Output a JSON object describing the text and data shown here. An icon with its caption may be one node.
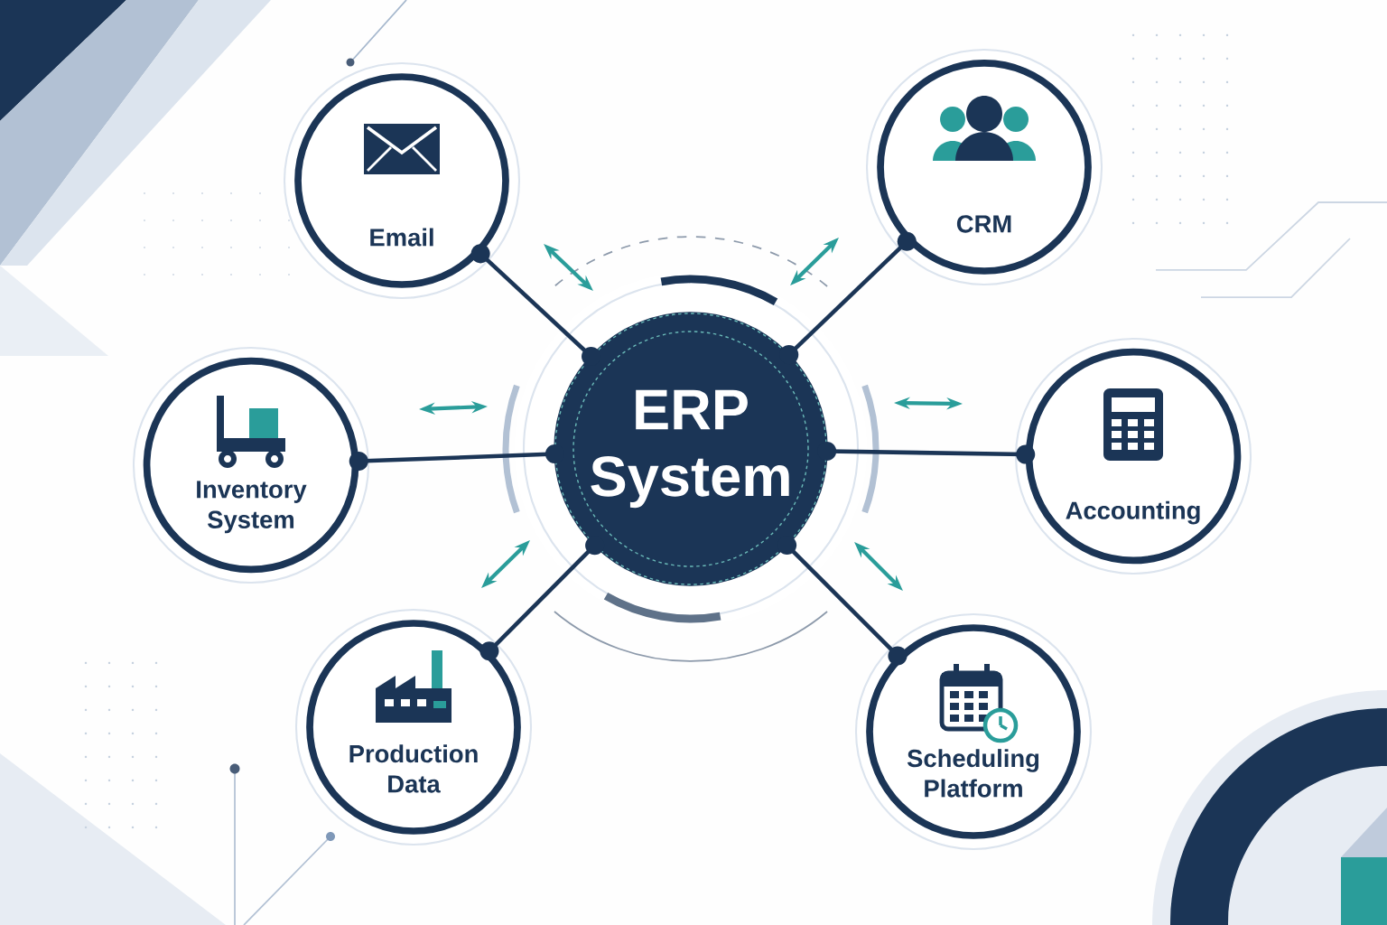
{
  "diagram": {
    "nodes": [
      {
        "text": [
          "ERP System"
        ]
      },
      {
        "text": [
          "Email"
        ]
      },
      {
        "text": [
          "CRM"
        ]
      },
      {
        "text": [
          "Inventory System"
        ]
      },
      {
        "text": [
          "Accounting"
        ]
      },
      {
        "text": [
          "Production Data"
        ]
      },
      {
        "text": [
          "Scheduling Platform"
        ]
      }
    ],
    "edges": [
      {
        "from": 0,
        "to": 1,
        "arrow": "other"
      },
      {
        "from": 0,
        "to": 2,
        "arrow": "other"
      },
      {
        "from": 0,
        "to": 3,
        "arrow": "other"
      },
      {
        "from": 0,
        "to": 4,
        "arrow": "other"
      },
      {
        "from": 0,
        "to": 5,
        "arrow": "other"
      },
      {
        "from": 0,
        "to": 6,
        "arrow": "other"
      }
    ]
  }
}
